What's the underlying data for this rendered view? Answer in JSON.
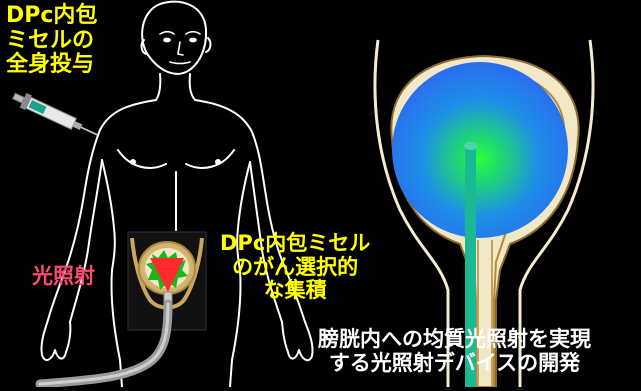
{
  "left_caption": {
    "lines": [
      "DPc内包",
      "ミセルの",
      "全身投与"
    ],
    "color": "#ffff00"
  },
  "light_label": {
    "text": "光照射",
    "color": "#ff4a6e"
  },
  "center_caption": {
    "lines": [
      "DPc内包ミセル",
      "のがん選択的",
      "な集積"
    ],
    "color": "#ffff00"
  },
  "bottom_caption": {
    "lines": [
      "膀胱内への均質光照射を実現",
      "する光照射デバイスの開発"
    ],
    "color": "#ffffff"
  },
  "colors": {
    "background": "#000000",
    "sphere_outer": "#1e6ee6",
    "sphere_inner": "#22e840",
    "probe": "#1bb894",
    "tumor": "#ff2a2a",
    "bladder_wall": "#f1e8c8"
  }
}
